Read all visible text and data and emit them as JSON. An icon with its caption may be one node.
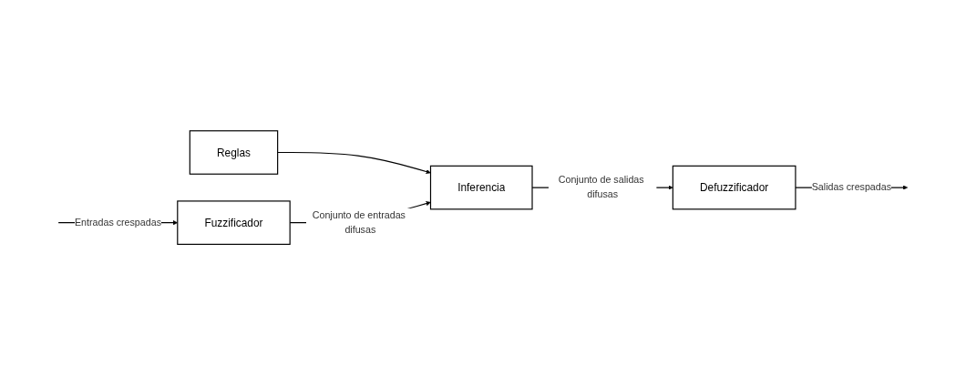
{
  "diagram": {
    "nodes": [
      {
        "text": [
          "Reglas"
        ]
      },
      {
        "text": [
          "Fuzzificador"
        ]
      },
      {
        "text": [
          "Inferencia"
        ]
      },
      {
        "text": [
          "Defuzzificador"
        ]
      }
    ],
    "edges": [
      {
        "from": null,
        "to": 1,
        "arrow": "to",
        "label": "Entradas crespadas"
      },
      {
        "from": 0,
        "to": 2,
        "arrow": "to"
      },
      {
        "from": 1,
        "to": 2,
        "arrow": "to",
        "label": "Conjunto de entradas difusas"
      },
      {
        "from": 2,
        "to": 3,
        "arrow": "to",
        "label": "Conjunto de salidas difusas"
      },
      {
        "from": 3,
        "to": null,
        "arrow": "to",
        "label": "Salidas crespadas"
      }
    ]
  }
}
